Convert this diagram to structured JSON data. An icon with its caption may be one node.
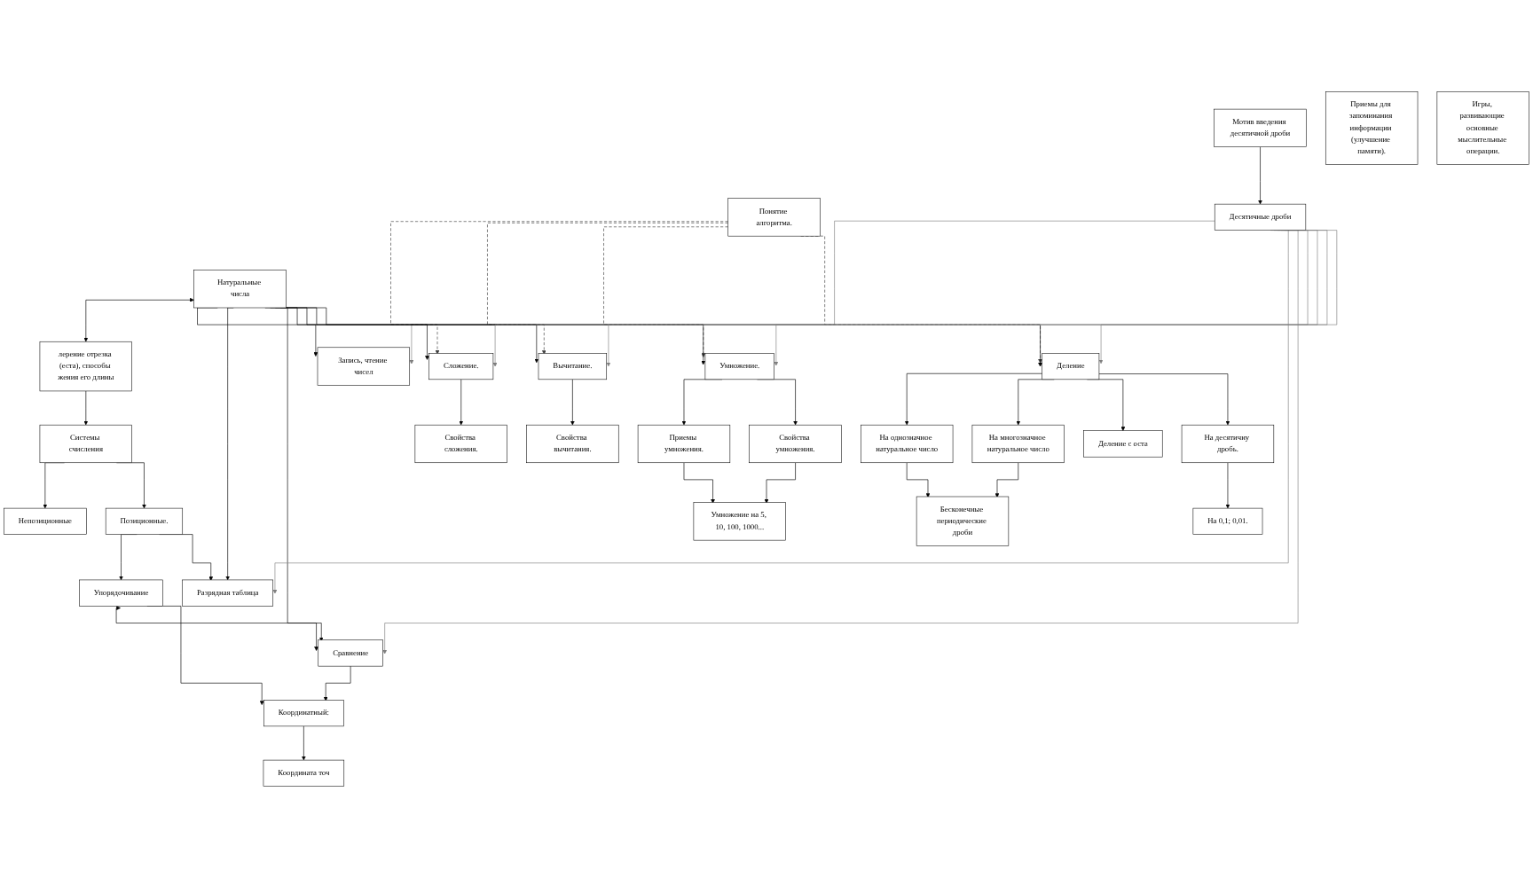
{
  "diagram": {
    "nodes": [
      {
        "text": [
          "Системы счисления"
        ]
      },
      {
        "text": [
          "Непозиционные"
        ]
      },
      {
        "text": [
          "Позиционные."
        ]
      },
      {
        "text": [
          "Упорядочивание"
        ]
      },
      {
        "text": [
          "лерение отрезка (еста), способы жения его длины"
        ]
      },
      {
        "text": [
          "Запись, чтение чисел"
        ]
      },
      {
        "text": [
          "Разрядная таблица"
        ]
      },
      {
        "text": [
          "Сравнение"
        ]
      },
      {
        "text": [
          "Координатный:"
        ]
      },
      {
        "text": [
          "Понятие алгоритма."
        ]
      },
      {
        "text": [
          "Натуральные числа"
        ]
      },
      {
        "text": [
          "Десятичные дроби"
        ]
      },
      {
        "text": [
          "Мотив введения десятичной дроби"
        ]
      },
      {
        "text": [
          "Координата точ"
        ]
      },
      {
        "text": [
          "Сложение."
        ]
      },
      {
        "text": [
          "Вычитание."
        ]
      },
      {
        "text": [
          "Умножение."
        ]
      },
      {
        "text": [
          "Деление"
        ]
      },
      {
        "text": [
          "Деление с оста"
        ]
      },
      {
        "text": [
          "Свойства сложения."
        ]
      },
      {
        "text": [
          "Свойства вычитания."
        ]
      },
      {
        "text": [
          "Приемы умножения."
        ]
      },
      {
        "text": [
          "Свойства умножения."
        ]
      },
      {
        "text": [
          "На однозначное натуральное число"
        ]
      },
      {
        "text": [
          "На многозначное натуральное число"
        ]
      },
      {
        "text": [
          "На десятичну дробь."
        ]
      },
      {
        "text": [
          "Приемы для запоминания информации (улучшение памяти)."
        ]
      },
      {
        "text": [
          "Игры, развивающие основные мыслительные операции."
        ]
      },
      {
        "text": [
          "Умножение на 5, 10, 100, 1000..."
        ]
      },
      {
        "text": [
          "Бесконечные периодические дроби"
        ]
      },
      {
        "text": [
          "На 0,1; 0,01."
        ]
      }
    ],
    "edges": [
      {
        "from": 0,
        "to": 1,
        "arrow": "to"
      },
      {
        "from": 0,
        "to": 2,
        "arrow": "to"
      },
      {
        "from": 2,
        "to": 3,
        "arrow": "to"
      },
      {
        "from": 2,
        "to": 6,
        "arrow": "to"
      },
      {
        "from": 4,
        "to": 0,
        "arrow": "to"
      },
      {
        "from": 10,
        "to": 4,
        "arrow": "both"
      },
      {
        "from": 3,
        "to": 7,
        "arrow": "both"
      },
      {
        "from": 3,
        "to": 8,
        "arrow": "to"
      },
      {
        "from": 7,
        "to": 8,
        "arrow": "to"
      },
      {
        "from": 8,
        "to": 13,
        "arrow": "to"
      },
      {
        "from": 10,
        "to": 5,
        "arrow": "to"
      },
      {
        "from": 10,
        "to": 6,
        "arrow": "to"
      },
      {
        "from": 10,
        "to": 7,
        "arrow": "to"
      },
      {
        "from": 11,
        "to": 5,
        "arrow": "to",
        "color": "#808080"
      },
      {
        "from": 11,
        "to": 6,
        "arrow": "to",
        "color": "#808080"
      },
      {
        "from": 11,
        "to": 7,
        "arrow": "to",
        "color": "#808080"
      },
      {
        "from": 12,
        "to": 11,
        "arrow": "to"
      },
      {
        "from": 9,
        "to": 14,
        "arrow": "to",
        "style": "dashed",
        "color": "#404040"
      },
      {
        "from": 9,
        "to": 15,
        "arrow": "to",
        "style": "dashed",
        "color": "#404040"
      },
      {
        "from": 9,
        "to": 16,
        "arrow": "to",
        "style": "dashed",
        "color": "#404040"
      },
      {
        "from": 9,
        "to": 17,
        "arrow": "to",
        "style": "dashed",
        "color": "#404040"
      },
      {
        "from": 10,
        "to": 14,
        "arrow": "to"
      },
      {
        "from": 10,
        "to": 15,
        "arrow": "to"
      },
      {
        "from": 10,
        "to": 16,
        "arrow": "to"
      },
      {
        "from": 10,
        "to": 17,
        "arrow": "to"
      },
      {
        "from": 11,
        "to": 14,
        "arrow": "to",
        "color": "#808080"
      },
      {
        "from": 11,
        "to": 15,
        "arrow": "to",
        "color": "#808080"
      },
      {
        "from": 11,
        "to": 16,
        "arrow": "to",
        "color": "#808080"
      },
      {
        "from": 11,
        "to": 17,
        "arrow": "to",
        "color": "#808080"
      },
      {
        "from": 14,
        "to": 19,
        "arrow": "to"
      },
      {
        "from": 15,
        "to": 20,
        "arrow": "to"
      },
      {
        "from": 16,
        "to": 21,
        "arrow": "to"
      },
      {
        "from": 16,
        "to": 22,
        "arrow": "to"
      },
      {
        "from": 21,
        "to": 28,
        "arrow": "to"
      },
      {
        "from": 22,
        "to": 28,
        "arrow": "to"
      },
      {
        "from": 17,
        "to": 23,
        "arrow": "to"
      },
      {
        "from": 17,
        "to": 24,
        "arrow": "to"
      },
      {
        "from": 23,
        "to": 29,
        "arrow": "to"
      },
      {
        "from": 24,
        "to": 29,
        "arrow": "to"
      },
      {
        "from": 17,
        "to": 18,
        "arrow": "to"
      },
      {
        "from": 17,
        "to": 25,
        "arrow": "to"
      },
      {
        "from": 25,
        "to": 30,
        "arrow": "to"
      }
    ]
  }
}
